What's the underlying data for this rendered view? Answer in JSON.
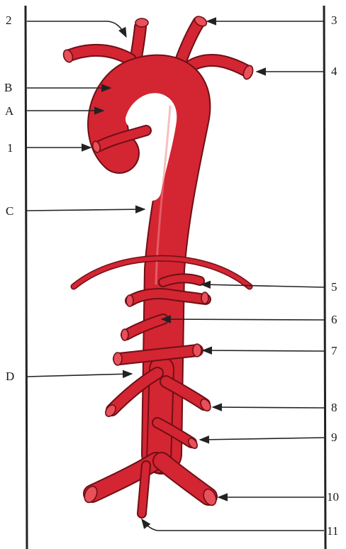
{
  "labels": {
    "left": [
      "2",
      "B",
      "A",
      "1",
      "C",
      "D"
    ],
    "right": [
      "3",
      "4",
      "5",
      "6",
      "7",
      "8",
      "9",
      "10",
      "11"
    ]
  },
  "colors": {
    "vessel": "#d42532",
    "vessel_outline": "#6e0f16",
    "line": "#222222",
    "background": "#ffffff"
  }
}
